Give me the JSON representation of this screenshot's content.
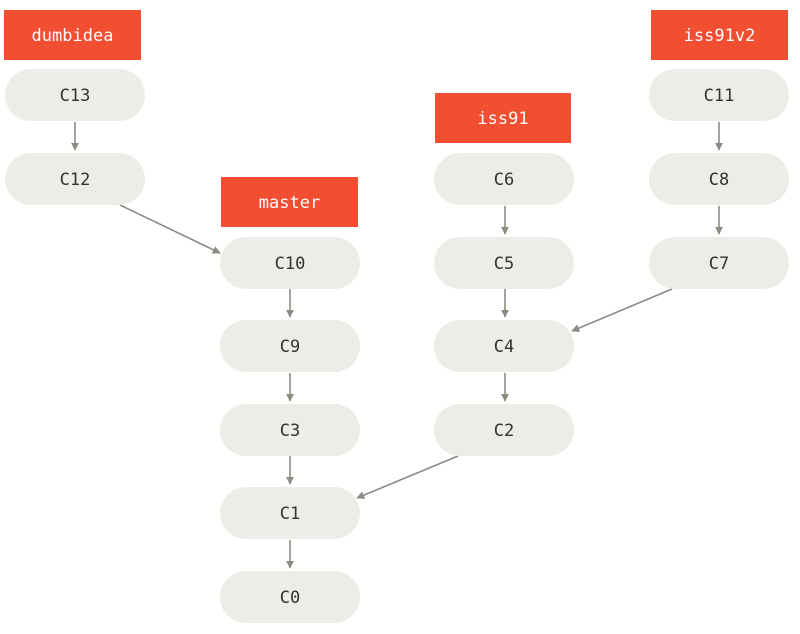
{
  "commits": {
    "c13": "C13",
    "c12": "C12",
    "c10": "C10",
    "c9": "C9",
    "c3": "C3",
    "c1": "C1",
    "c0": "C0",
    "c6": "C6",
    "c5": "C5",
    "c4": "C4",
    "c2": "C2",
    "c11": "C11",
    "c8": "C8",
    "c7": "C7"
  },
  "branches": {
    "dumbidea": "dumbidea",
    "master": "master",
    "iss91": "iss91",
    "iss91v2": "iss91v2"
  },
  "colors": {
    "branch": "#f14e32",
    "commit": "#edece6",
    "edge": "#8c8a82"
  }
}
